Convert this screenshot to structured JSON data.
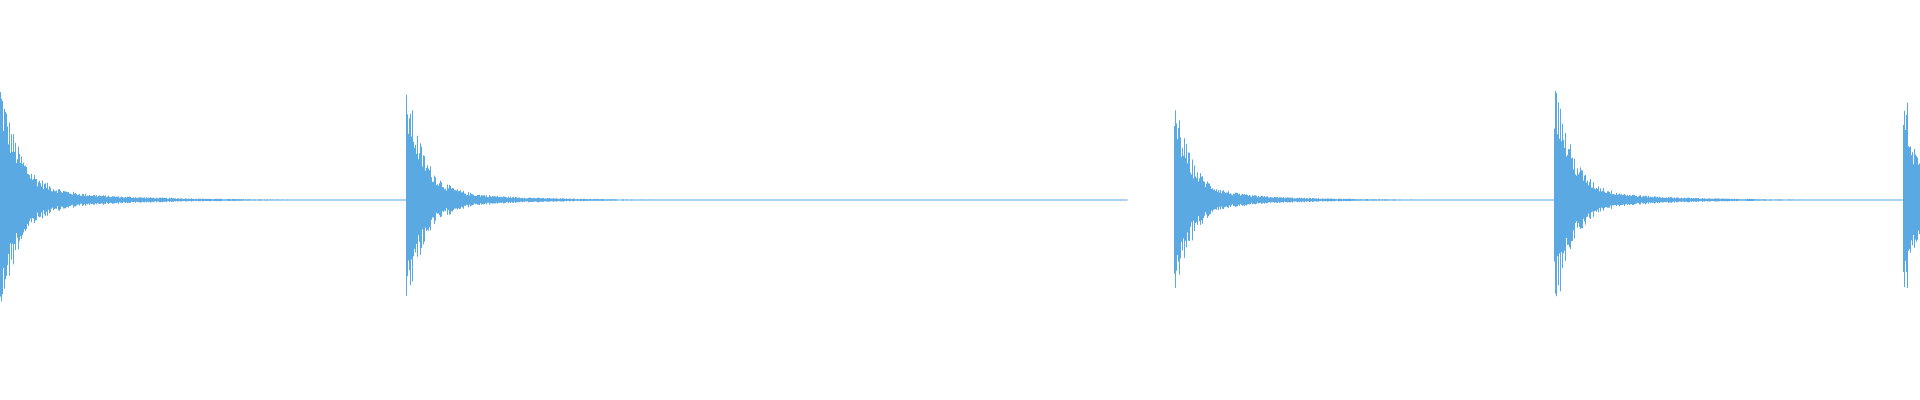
{
  "waveform": {
    "color": "#5ba9e2",
    "background": "#ffffff",
    "transients": [
      {
        "time": 0.0,
        "peak": 0.57,
        "decay": 0.08
      },
      {
        "time": 0.213,
        "peak": 0.48,
        "decay": 0.07
      },
      {
        "time": 0.612,
        "peak": 0.46,
        "decay": 0.07
      },
      {
        "time": 0.811,
        "peak": 0.51,
        "decay": 0.07
      },
      {
        "time": 0.993,
        "peak": 0.46,
        "decay": 0.05
      }
    ],
    "gaps": [
      {
        "start": 0.587,
        "end": 0.611
      }
    ]
  }
}
